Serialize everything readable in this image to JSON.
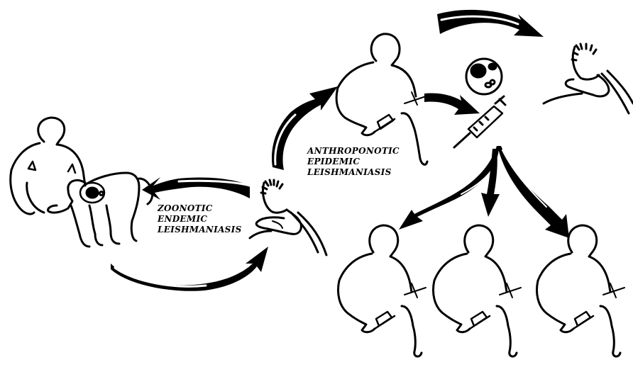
{
  "zoonotic": {
    "line1": "ZOONOTIC",
    "line2": "ENDEMIC",
    "line3": "LEISHMANIASIS"
  },
  "anthroponotic": {
    "line1": "ANTHROPONOTIC",
    "line2": "EPIDEMIC",
    "line3": "LEISHMANIASIS"
  },
  "colors": {
    "ink": "#000000",
    "paper": "#ffffff"
  },
  "icons": [
    "human-figure-icon",
    "dog-icon",
    "sandfly-icon",
    "parasitized-cell-icon",
    "syringe-icon",
    "cycle-arrow-icon"
  ]
}
